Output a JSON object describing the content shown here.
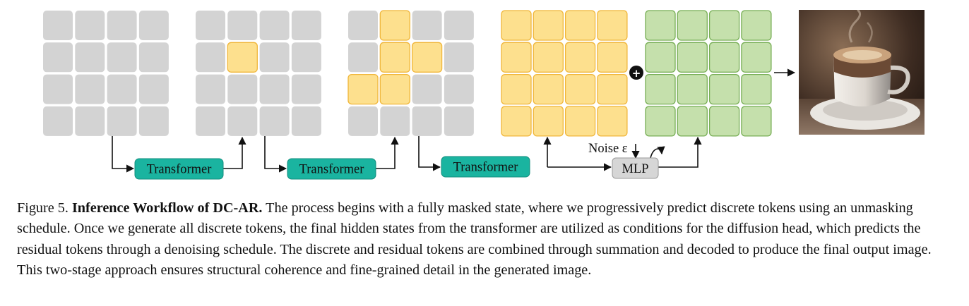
{
  "figure": {
    "transformer_label": "Transformer",
    "mlp_label": "MLP",
    "noise_label": "Noise ε",
    "plus_symbol": "+",
    "output_image_alt": "photo of a coffee cup on a saucer",
    "grids": [
      {
        "name": "grid-fully-masked",
        "highlight": []
      },
      {
        "name": "grid-step-1",
        "highlight": [
          [
            1,
            1
          ]
        ]
      },
      {
        "name": "grid-step-2",
        "highlight": [
          [
            0,
            1
          ],
          [
            1,
            1
          ],
          [
            1,
            2
          ],
          [
            2,
            0
          ],
          [
            2,
            1
          ]
        ]
      },
      {
        "name": "grid-discrete-tokens",
        "highlight": "all"
      },
      {
        "name": "grid-residual-tokens",
        "highlight": "all"
      }
    ],
    "colors": {
      "masked_fill": "#d3d3d3",
      "discrete_fill": "#fde08e",
      "discrete_stroke": "#f0b63a",
      "residual_fill": "#c5e0ac",
      "residual_stroke": "#77ae55",
      "transformer_fill": "#1ab4a0",
      "mlp_fill": "#d6d6d6"
    }
  },
  "caption": {
    "label": "Figure 5.",
    "title": "Inference Workflow of DC-AR.",
    "text": "The process begins with a fully masked state, where we progressively predict discrete tokens using an unmasking schedule. Once we generate all discrete tokens, the final hidden states from the transformer are utilized as conditions for the diffusion head, which predicts the residual tokens through a denoising schedule. The discrete and residual tokens are combined through summation and decoded to produce the final output image. This two-stage approach ensures structural coherence and fine-grained detail in the generated image."
  }
}
